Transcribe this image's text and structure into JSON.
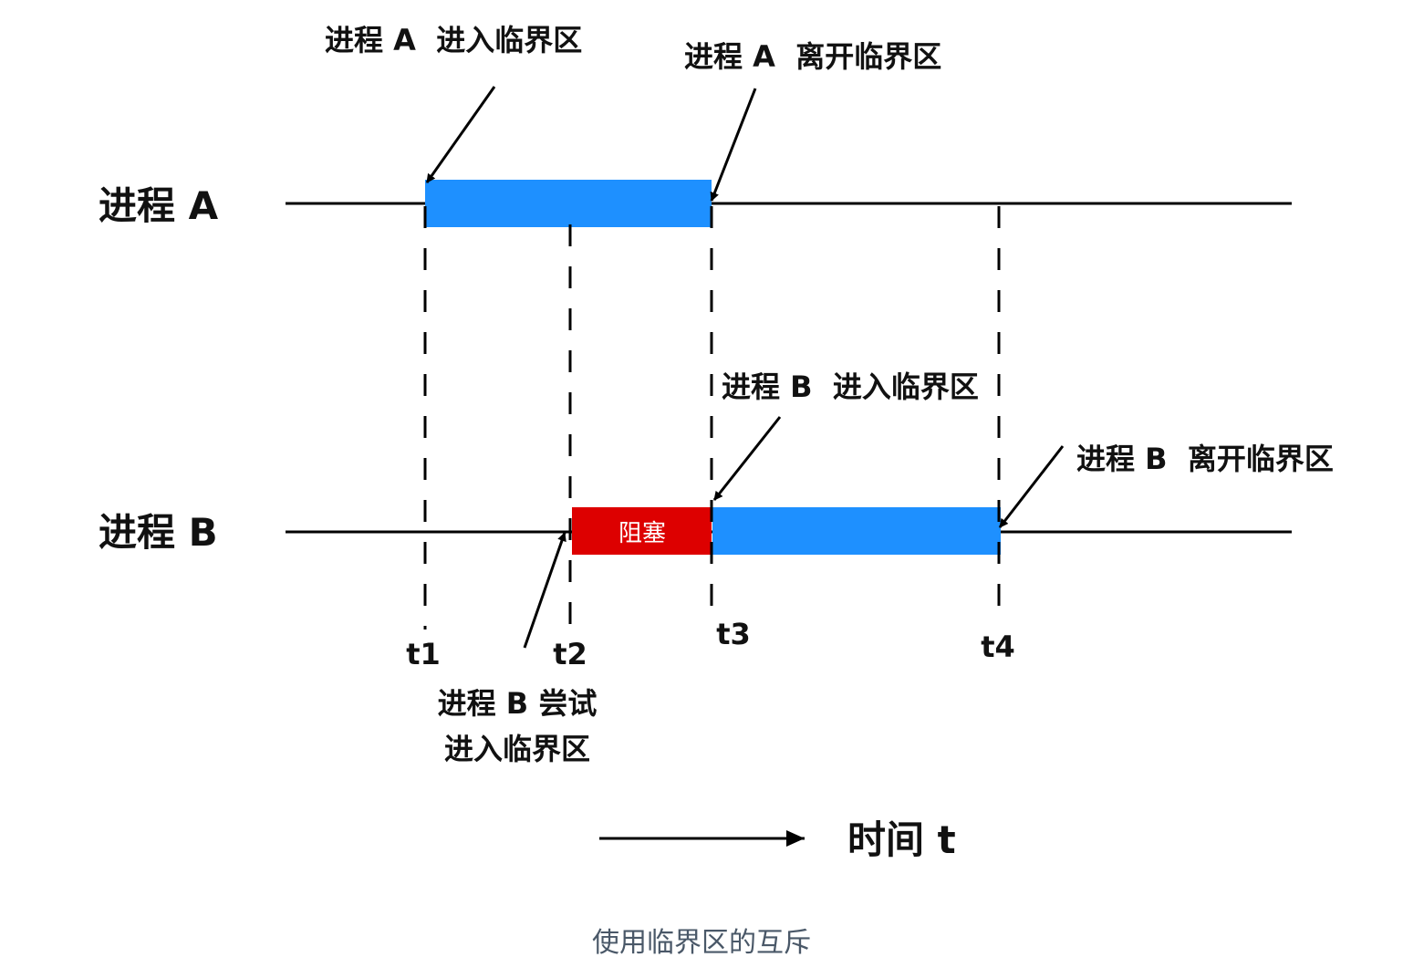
{
  "process_a": {
    "label": "进程 A",
    "enter_label": "进程 A  进入临界区",
    "leave_label": "进程 A  离开临界区"
  },
  "process_b": {
    "label": "进程 B",
    "blocked_label": "阻塞",
    "enter_label": "进程 B  进入临界区",
    "leave_label": "进程 B  离开临界区",
    "try_label_line1": "进程 B 尝试",
    "try_label_line2": "进入临界区"
  },
  "times": {
    "t1": "t1",
    "t2": "t2",
    "t3": "t3",
    "t4": "t4"
  },
  "time_axis_label": "时间 t",
  "caption": "使用临界区的互斥",
  "colors": {
    "critical_section": "#1e90ff",
    "blocked": "#dd0000",
    "line": "#000000",
    "caption": "#4a5868"
  }
}
